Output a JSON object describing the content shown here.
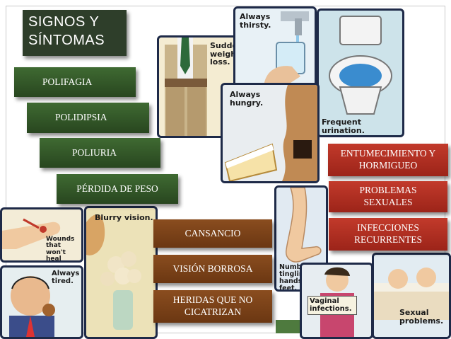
{
  "slide": {
    "title_line1": "SIGNOS Y",
    "title_line2": "SÍNTOMAS"
  },
  "left_labels": [
    "POLIFAGIA",
    "POLIDIPSIA",
    "POLIURIA",
    "PÉRDIDA DE PESO"
  ],
  "middle_labels": [
    "CANSANCIO",
    "VISIÓN BORROSA",
    "HERIDAS QUE NO CICATRIZAN"
  ],
  "right_labels": [
    "ENTUMECIMIENTO Y HORMIGUEO",
    "PROBLEMAS SEXUALES",
    "INFECCIONES RECURRENTES"
  ],
  "captions": {
    "thirsty": "Always thirsty.",
    "weight": "Sudden weight loss.",
    "urination": "Frequent urination.",
    "hungry": "Always hungry.",
    "wounds": "Wounds that won't heal",
    "blurry": "Blurry vision.",
    "tired": "Always tired.",
    "numb": "Numb or tingling hands or feet.",
    "vaginal": "Vaginal infections.",
    "sexual": "Sexual problems."
  },
  "colors": {
    "green_label": "#345a29",
    "brown_label": "#7b4318",
    "red_label": "#b0301f",
    "title_bg": "#2e3e2a",
    "card_border": "#1e2a48"
  }
}
